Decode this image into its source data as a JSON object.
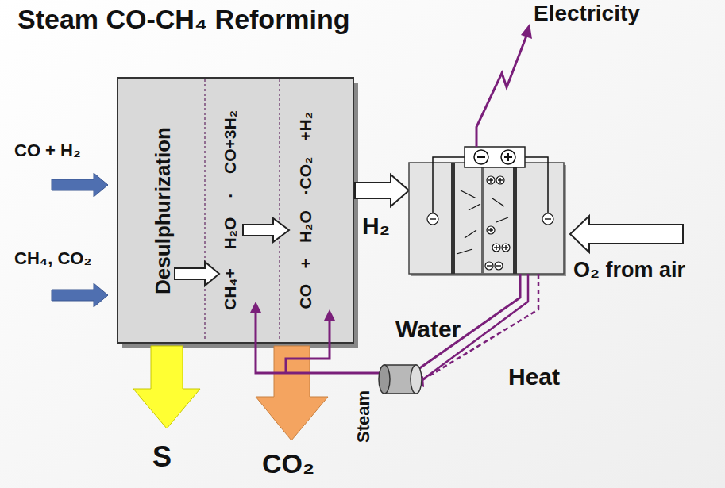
{
  "diagram": {
    "title": "Steam CO-CH₄ Reforming",
    "nodes": [
      {
        "text": [
          "Desulphurization",
          "CH₄+ H₂O · CO+3H₂",
          "CO + H₂O ·CO₂ +H₂"
        ]
      }
    ],
    "labels": [
      "Electricity",
      "CO + H₂",
      "CH₄, CO₂",
      "H₂",
      "O₂ from air",
      "Water",
      "Heat",
      "S",
      "CO₂",
      "Steam"
    ]
  }
}
